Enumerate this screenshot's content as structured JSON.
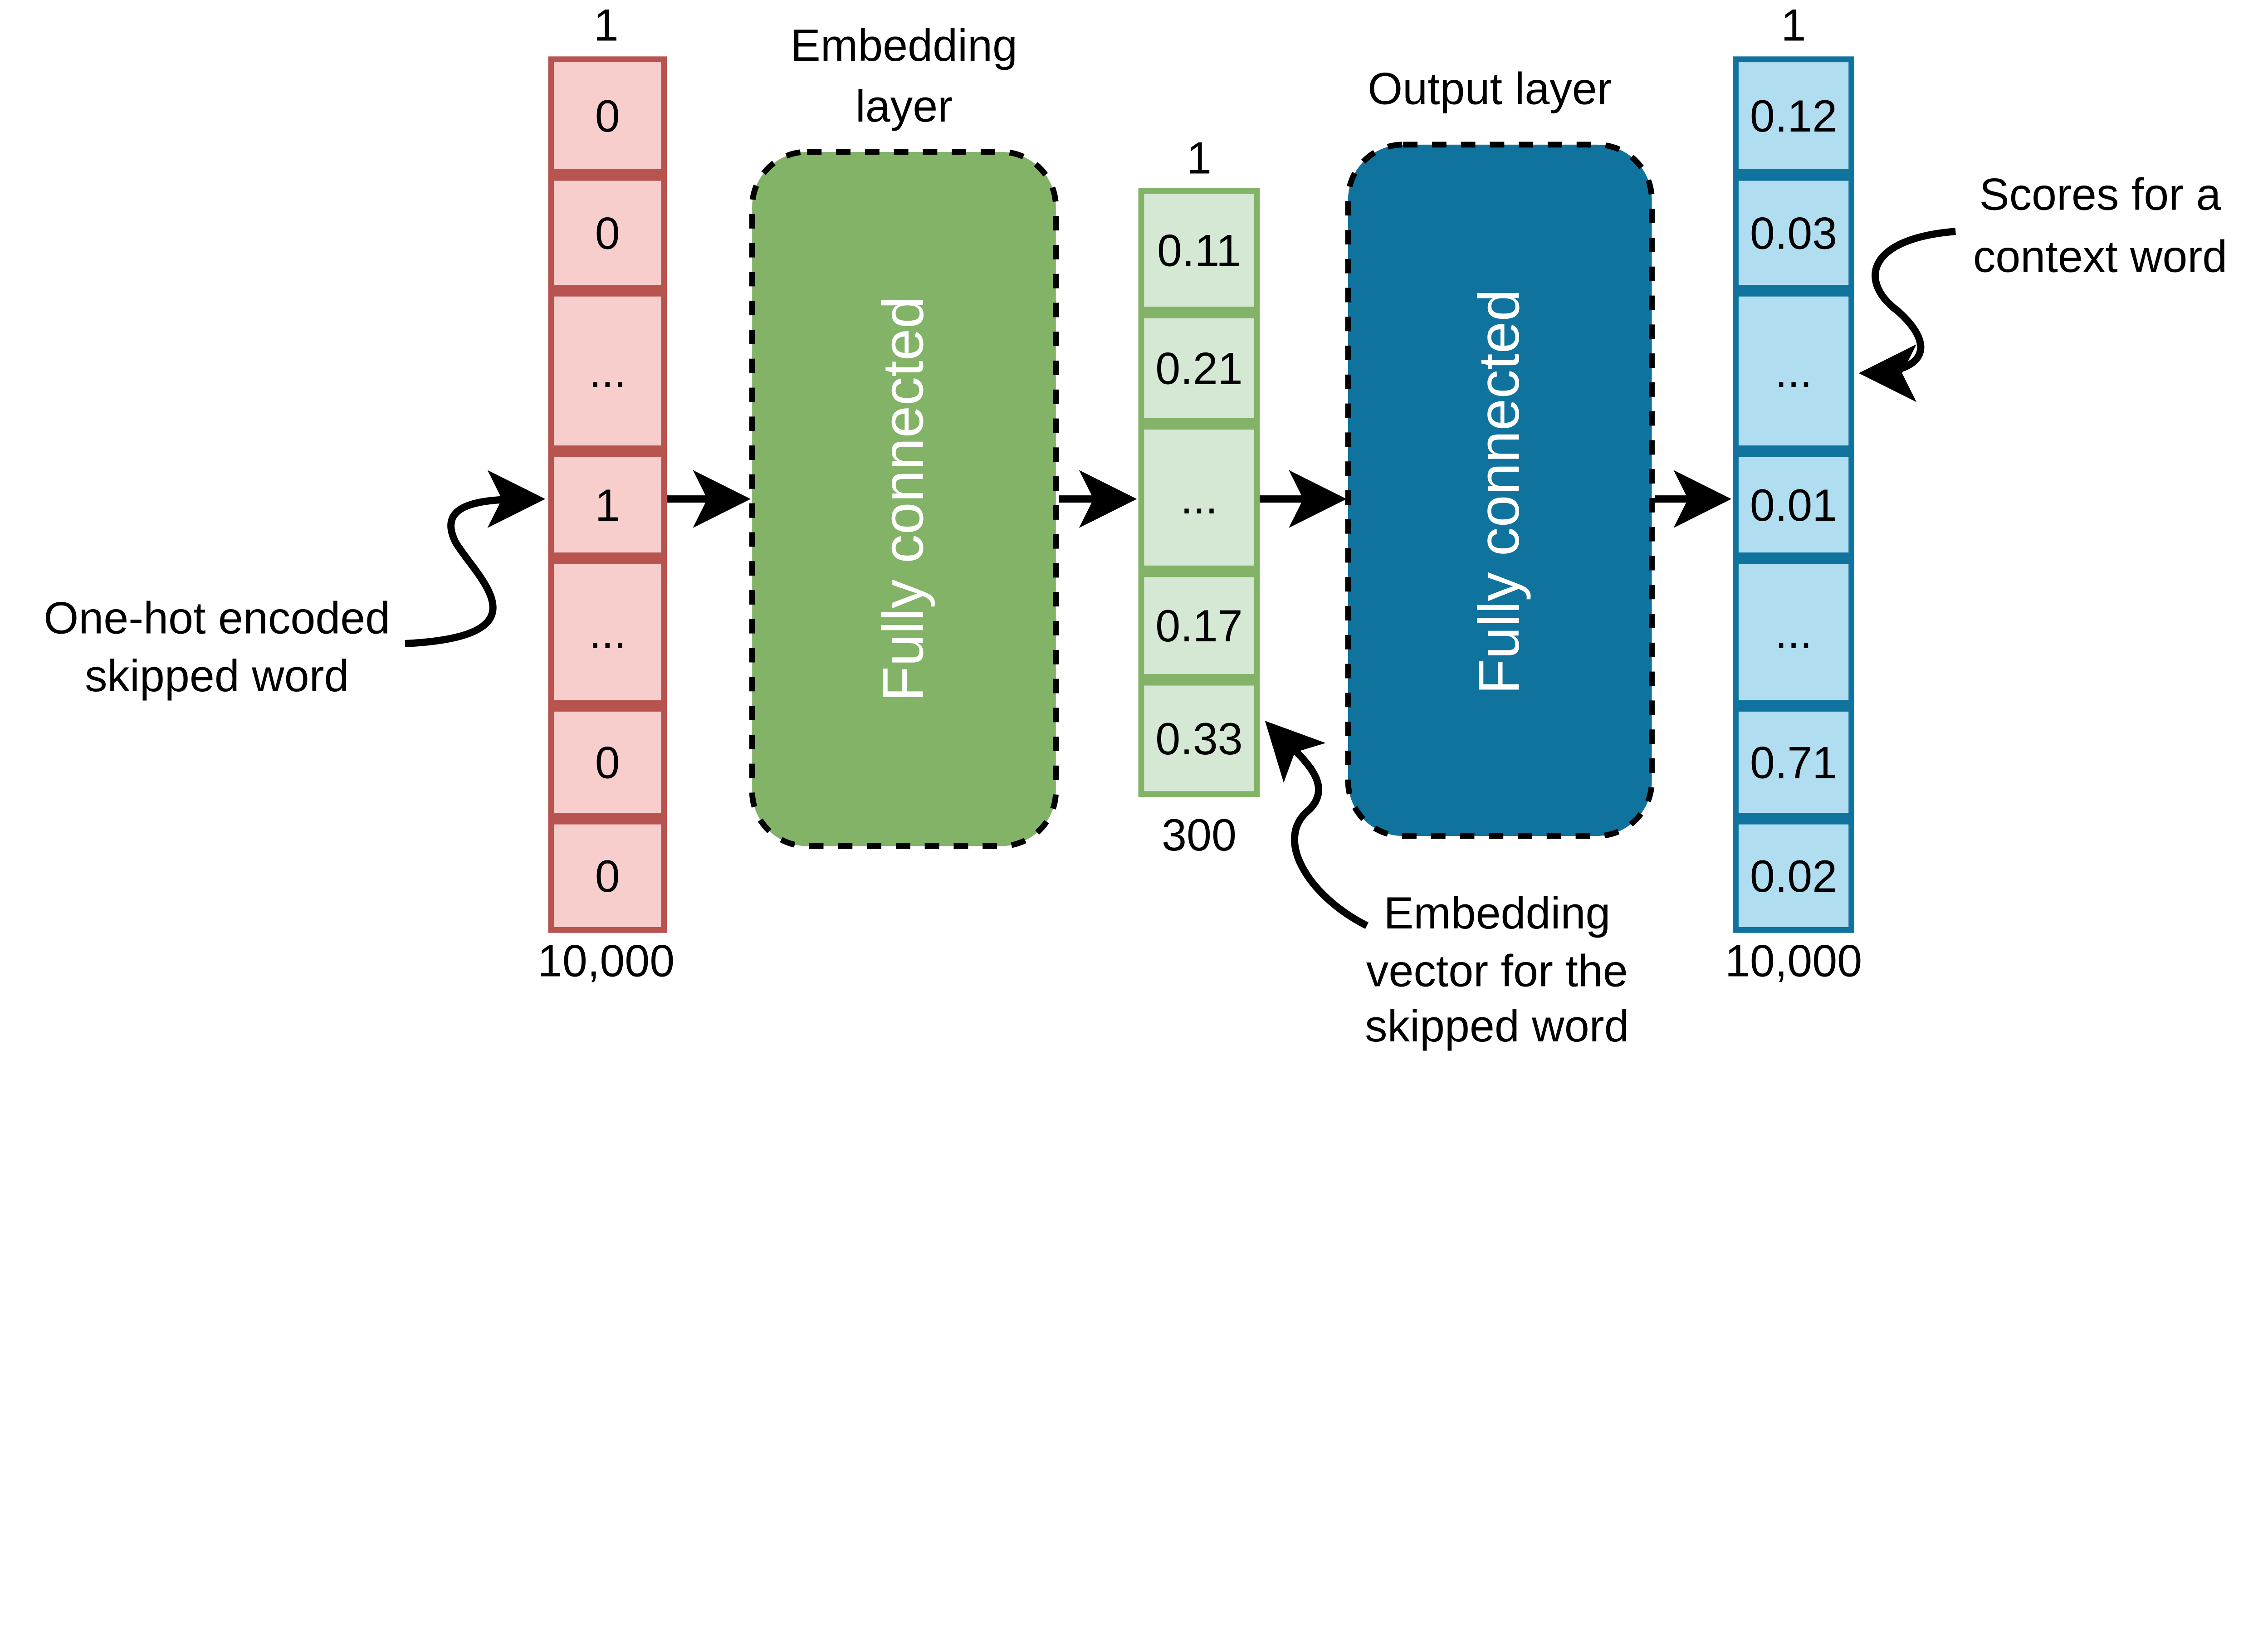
{
  "input_vector": {
    "top_label": "1",
    "bottom_label": "10,000",
    "cells": [
      "0",
      "0",
      "...",
      "1",
      "...",
      "0",
      "0"
    ],
    "stroke": "#b85450",
    "fill": "#f8cecc"
  },
  "embedding_layer": {
    "title_line1": "Embedding",
    "title_line2": "layer",
    "label": "Fully connected",
    "fill": "#82b366"
  },
  "embedding_vector": {
    "top_label": "1",
    "bottom_label": "300",
    "cells": [
      "0.11",
      "0.21",
      "...",
      "0.17",
      "0.33"
    ],
    "stroke": "#82b366",
    "fill": "#d5e8d4"
  },
  "output_layer": {
    "title": "Output layer",
    "label": "Fully connected",
    "fill": "#10739e"
  },
  "output_vector": {
    "top_label": "1",
    "bottom_label": "10,000",
    "cells": [
      "0.12",
      "0.03",
      "...",
      "0.01",
      "...",
      "0.71",
      "0.02"
    ],
    "stroke": "#10739e",
    "fill": "#b1ddf0"
  },
  "annotations": {
    "input": {
      "line1": "One-hot encoded",
      "line2": "skipped word"
    },
    "scores": {
      "line1": "Scores for a",
      "line2": "context word"
    },
    "embedding": {
      "line1": "Embedding",
      "line2": "vector for the",
      "line3": "skipped word"
    }
  }
}
